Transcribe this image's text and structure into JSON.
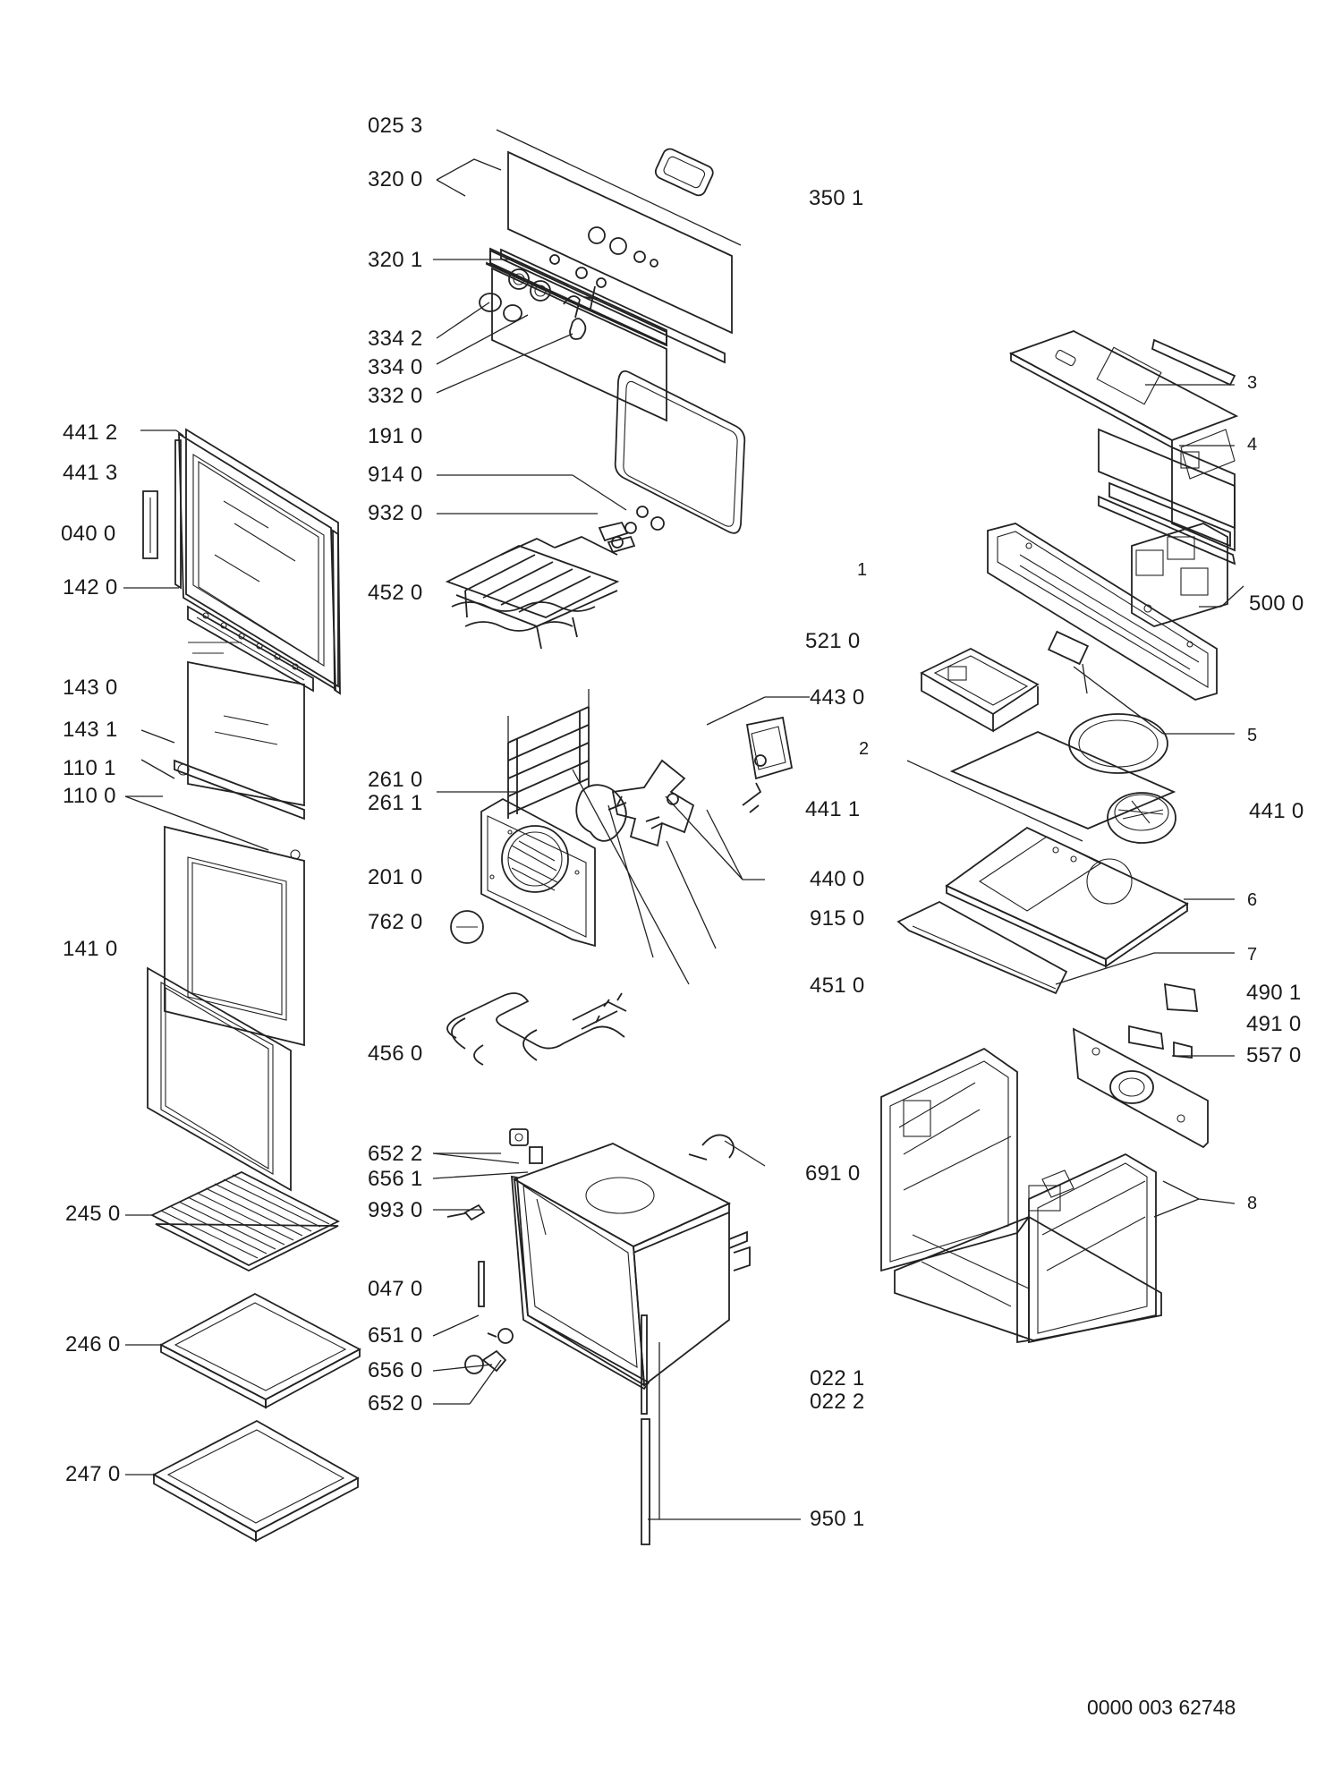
{
  "callouts": {
    "c0253": "025 3",
    "c3200": "320 0",
    "c3501": "350 1",
    "c3201": "320 1",
    "c3342": "334 2",
    "c3340": "334 0",
    "c3320": "332 0",
    "c4412": "441 2",
    "c4413": "441 3",
    "c0400": "040 0",
    "c1910": "191 0",
    "c9140": "914 0",
    "c9320": "932 0",
    "c1420": "142 0",
    "c4520": "452 0",
    "c5000": "500 0",
    "c5210": "521 0",
    "c1430": "143 0",
    "c4430": "443 0",
    "c1431": "143 1",
    "c1101": "110 1",
    "c1100": "110 0",
    "c2610": "261 0",
    "c2611": "261 1",
    "c4411": "441 1",
    "c4410": "441 0",
    "c2010": "201 0",
    "c4400": "440 0",
    "c7620": "762 0",
    "c9150": "915 0",
    "c1410": "141 0",
    "c4510": "451 0",
    "c4901": "490 1",
    "c4910": "491 0",
    "c4560": "456 0",
    "c5570": "557 0",
    "c6522": "652 2",
    "c6561": "656 1",
    "c6910": "691 0",
    "c9930": "993 0",
    "c2450": "245 0",
    "c0470": "047 0",
    "c6510": "651 0",
    "c2460": "246 0",
    "c6560": "656 0",
    "c0221": "022 1",
    "c0222": "022 2",
    "c6520": "652 0",
    "c2470": "247 0",
    "c9501": "950 1"
  },
  "numbers": {
    "n1": "1",
    "n2": "2",
    "n3": "3",
    "n4": "4",
    "n5": "5",
    "n6": "6",
    "n7": "7",
    "n8": "8"
  },
  "footer": {
    "reference": "0000 003 62748"
  }
}
